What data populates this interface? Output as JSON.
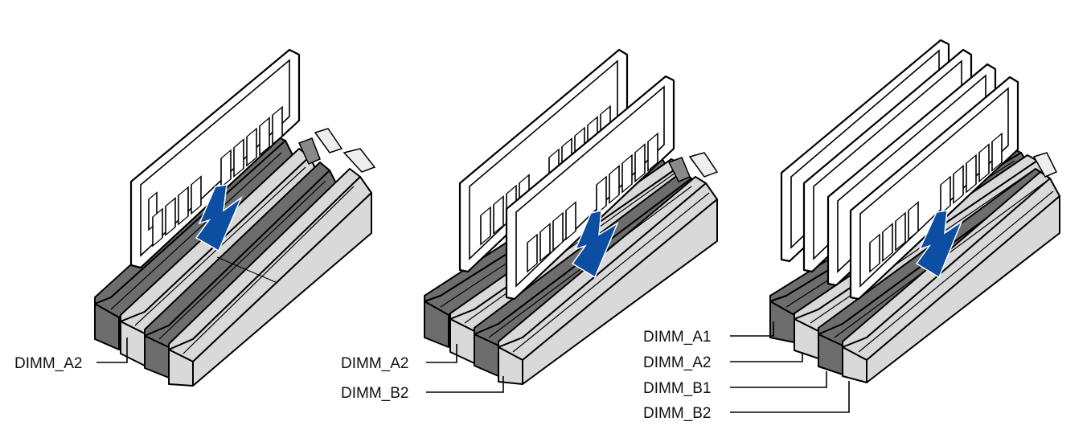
{
  "panels": [
    {
      "labels": [
        "DIMM_A2"
      ]
    },
    {
      "labels": [
        "DIMM_A2",
        "DIMM_B2"
      ]
    },
    {
      "labels": [
        "DIMM_A1",
        "DIMM_A2",
        "DIMM_B1",
        "DIMM_B2"
      ]
    }
  ],
  "colors": {
    "arrow": "#0b4ea2",
    "slot_dark": "#6d6d6d",
    "slot_light": "#d9d9d9"
  },
  "icons": [
    "memory-module-icon",
    "insert-arrow-icon"
  ]
}
